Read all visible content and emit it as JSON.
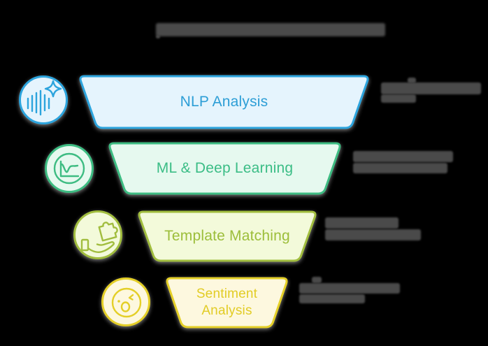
{
  "diagram": {
    "type": "funnel",
    "background_color": "#000000",
    "title": {
      "text": "",
      "legible": false
    },
    "stages": [
      {
        "label": "NLP Analysis",
        "fill_color": "#e5f4fd",
        "border_color": "#2ca4dd",
        "text_color": "#2d9ed6",
        "icon": "waveform-sparkle-icon"
      },
      {
        "label": "ML & Deep Learning",
        "fill_color": "#e6f9ef",
        "border_color": "#3dbc82",
        "text_color": "#3bbd86",
        "icon": "line-chart-icon"
      },
      {
        "label": "Template Matching",
        "fill_color": "#f3fada",
        "border_color": "#a1bd3e",
        "text_color": "#9cbe3a",
        "icon": "hand-puzzle-icon"
      },
      {
        "label": "Sentiment Analysis",
        "fill_color": "#fdf8df",
        "border_color": "#e4cf27",
        "text_color": "#e2cc25",
        "icon": "surprised-face-icon"
      }
    ],
    "side_notes": [
      {
        "stage": "NLP Analysis",
        "text": "",
        "legible": false
      },
      {
        "stage": "ML & Deep Learning",
        "text": "",
        "legible": false
      },
      {
        "stage": "Template Matching",
        "text": "",
        "legible": false
      },
      {
        "stage": "Sentiment Analysis",
        "text": "",
        "legible": false
      }
    ]
  }
}
